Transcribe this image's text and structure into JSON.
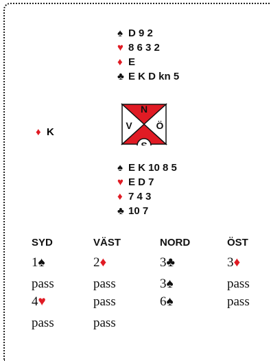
{
  "north": {
    "spades": "D 9 2",
    "hearts": "8 6 3 2",
    "diamonds": "E",
    "clubs": "E K D kn 5"
  },
  "south": {
    "spades": "E K 10 8 5",
    "hearts": "E D 7",
    "diamonds": "7 4 3",
    "clubs": "10 7"
  },
  "west_lead": {
    "suit": "diamonds",
    "card": "K"
  },
  "compass": {
    "n": "N",
    "w": "V",
    "e": "Ö",
    "s": "S"
  },
  "bidding": {
    "headers": [
      "SYD",
      "VÄST",
      "NORD",
      "ÖST"
    ],
    "rounds": [
      [
        {
          "text": "1",
          "suit": "spades"
        },
        {
          "text": "2",
          "suit": "diamonds"
        },
        {
          "text": "3",
          "suit": "clubs"
        },
        {
          "text": "3",
          "suit": "diamonds"
        }
      ],
      [
        {
          "text": "pass"
        },
        {
          "text": "pass"
        },
        {
          "text": "3",
          "suit": "spades"
        },
        {
          "text": "pass"
        }
      ],
      [
        {
          "text": "4",
          "suit": "hearts"
        },
        {
          "text": "pass"
        },
        {
          "text": "6",
          "suit": "spades"
        },
        {
          "text": "pass"
        }
      ],
      [
        {
          "text": "pass"
        },
        {
          "text": "pass"
        }
      ]
    ]
  },
  "colors": {
    "red": "#e01b24",
    "black": "#111111"
  }
}
